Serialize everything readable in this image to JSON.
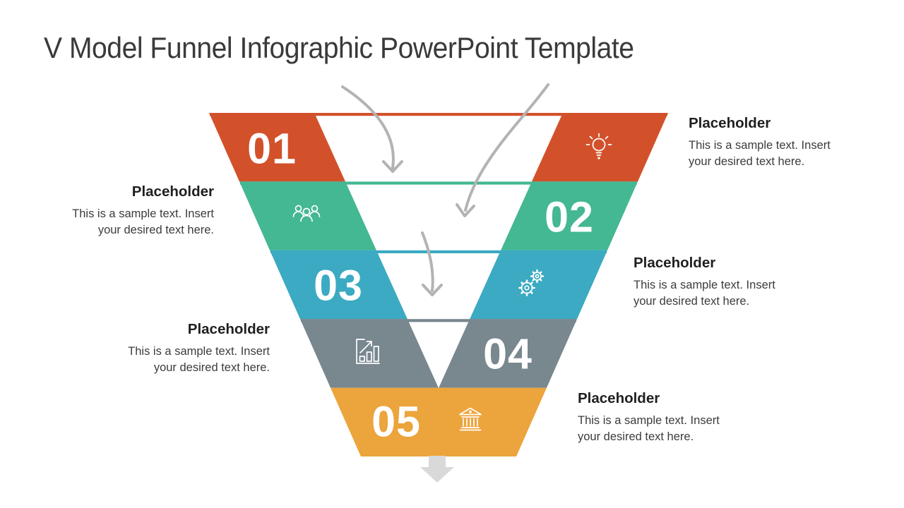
{
  "slide": {
    "title": "V Model Funnel Infographic PowerPoint Template"
  },
  "funnel": {
    "levels": [
      {
        "number": "01",
        "color": "#D2512B",
        "icon": "lightbulb-icon",
        "number_side": "left"
      },
      {
        "number": "02",
        "color": "#44B793",
        "icon": "people-icon",
        "number_side": "right"
      },
      {
        "number": "03",
        "color": "#3BAAC2",
        "icon": "gears-icon",
        "number_side": "left"
      },
      {
        "number": "04",
        "color": "#79878F",
        "icon": "bar-chart-icon",
        "number_side": "right"
      },
      {
        "number": "05",
        "color": "#ECA43C",
        "icon": "bank-icon",
        "number_side": "left"
      }
    ],
    "inner_color": "#FFFFFF",
    "flow_arrow_color": "#B3B3B3",
    "output_arrow_color": "#D9D9D9"
  },
  "placeholders": [
    {
      "level": "01",
      "side": "right",
      "heading": "Placeholder",
      "body": "This is a sample text. Insert\nyour desired text here."
    },
    {
      "level": "02",
      "side": "left",
      "heading": "Placeholder",
      "body": "This is a sample text. Insert\nyour desired text here."
    },
    {
      "level": "03",
      "side": "right",
      "heading": "Placeholder",
      "body": "This is a sample text. Insert\nyour desired text here."
    },
    {
      "level": "04",
      "side": "left",
      "heading": "Placeholder",
      "body": "This is a sample text. Insert\nyour desired text here."
    },
    {
      "level": "05",
      "side": "right",
      "heading": "Placeholder",
      "body": "This is a sample text. Insert\nyour desired text here."
    }
  ]
}
